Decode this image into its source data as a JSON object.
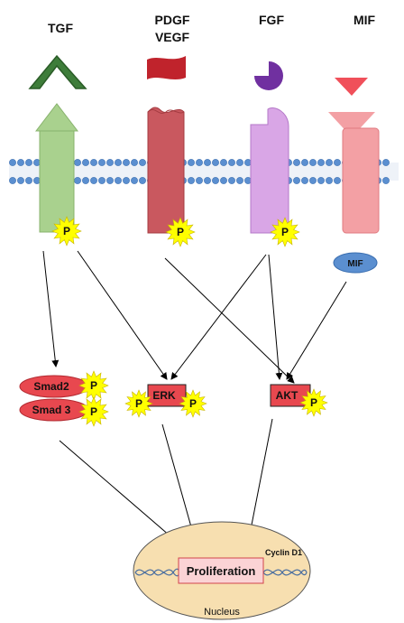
{
  "ligands": {
    "tgf": "TGF",
    "pdgf": "PDGF",
    "vegf": "VEGF",
    "fgf": "FGF",
    "mif": "MIF"
  },
  "phospho_label": "P",
  "mif_adaptor": "MIF",
  "molecules": {
    "smad2": "Smad2",
    "smad3": "Smad 3",
    "erk": "ERK",
    "akt": "AKT"
  },
  "nucleus": {
    "label": "Nucleus",
    "proliferation": "Proliferation",
    "cyclin": "Cyclin D1"
  },
  "colors": {
    "tgf_ligand": "#3e7d3a",
    "tgf_receptor": "#a9d18e",
    "pdgf_ligand": "#c0232c",
    "pdgf_receptor": "#c9585f",
    "fgf_ligand": "#7030a0",
    "fgf_receptor": "#d9a6e6",
    "mif_ligand": "#f0505a",
    "mif_receptor": "#f3a0a4",
    "membrane_bead": "#5b8fd0",
    "phospho_star": "#ffff00",
    "signal_box": "#e8484f",
    "nucleus_fill": "#f7dfb0"
  }
}
